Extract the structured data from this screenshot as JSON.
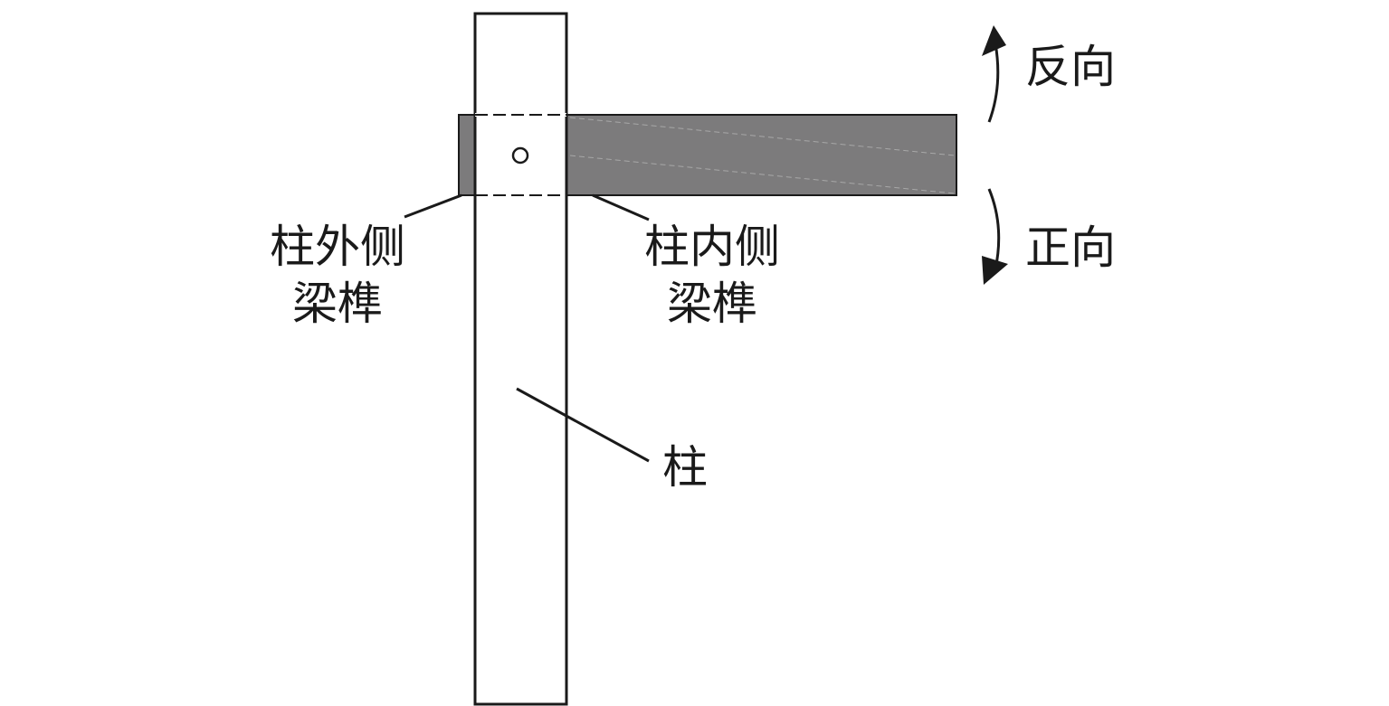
{
  "labels": {
    "reverse": "反向",
    "forward": "正向",
    "outer_tenon_line1": "柱外侧",
    "outer_tenon_line2": "梁榫",
    "inner_tenon_line1": "柱内侧",
    "inner_tenon_line2": "梁榫",
    "column": "柱"
  },
  "colors": {
    "beam_fill": "#7c7b7c",
    "stroke": "#1a1a1a",
    "background": "#ffffff"
  }
}
